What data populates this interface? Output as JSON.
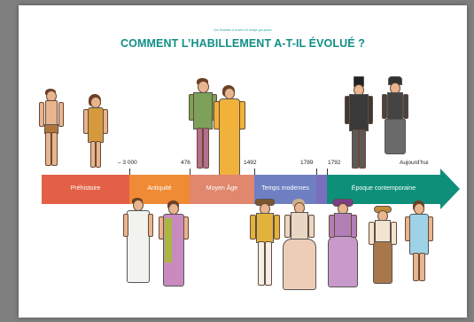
{
  "supertitle": "Les hommes à travers le temps qui passe",
  "title": "COMMENT L’HABILLEMENT A-T-IL ÉVOLUÉ ?",
  "fineprint": "",
  "timeline": {
    "segments": [
      {
        "label": "Préhistoire",
        "color": "#e36046"
      },
      {
        "label": "Antiquité",
        "color": "#ef8a35"
      },
      {
        "label": "Moyen Âge",
        "color": "#e0876d"
      },
      {
        "label": "Temps modernes",
        "color": "#6e7fc2"
      },
      {
        "label": "",
        "color": "#7a6fbf"
      },
      {
        "label": "Époque contemporaine",
        "color": "#0d8f7a"
      }
    ],
    "dates": [
      "– 3 000",
      "476",
      "1492",
      "1789",
      "1792",
      "Aujourd’hui"
    ]
  },
  "colors": {
    "title": "#0f8f86",
    "background": "#7f7f7f",
    "sheet": "#ffffff"
  }
}
